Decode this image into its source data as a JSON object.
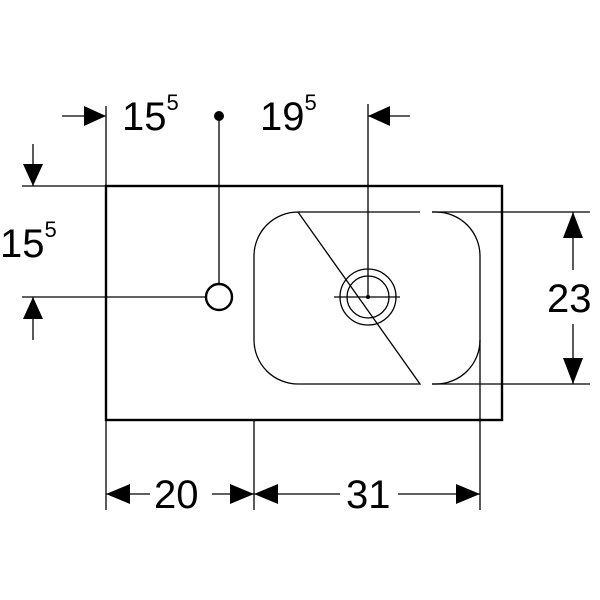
{
  "dimensions": {
    "top_left": {
      "main": "15",
      "sup": "5"
    },
    "top_right": {
      "main": "19",
      "sup": "5"
    },
    "left_side": {
      "main": "15",
      "sup": "5"
    },
    "right_side": {
      "main": "23"
    },
    "bottom_left": {
      "main": "20"
    },
    "bottom_right": {
      "main": "31"
    }
  }
}
